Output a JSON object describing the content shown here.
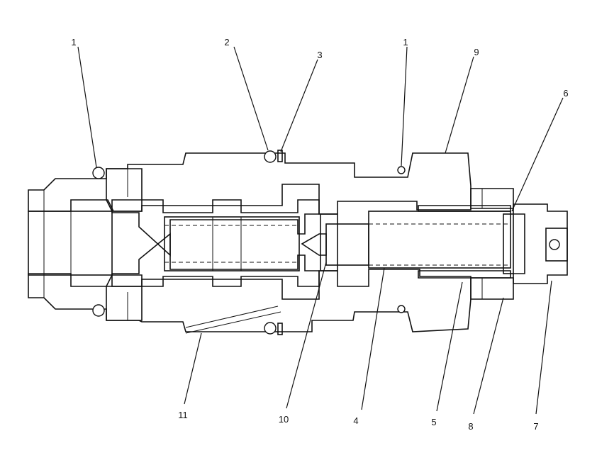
{
  "diagram": {
    "type": "cross-section mechanical drawing",
    "callouts": [
      {
        "id": "c1a",
        "label": "1"
      },
      {
        "id": "c2",
        "label": "2"
      },
      {
        "id": "c3",
        "label": "3"
      },
      {
        "id": "c1b",
        "label": "1"
      },
      {
        "id": "c9",
        "label": "9"
      },
      {
        "id": "c6",
        "label": "6"
      },
      {
        "id": "c11",
        "label": "11"
      },
      {
        "id": "c10",
        "label": "10"
      },
      {
        "id": "c4",
        "label": "4"
      },
      {
        "id": "c5",
        "label": "5"
      },
      {
        "id": "c8",
        "label": "8"
      },
      {
        "id": "c7",
        "label": "7"
      }
    ]
  }
}
